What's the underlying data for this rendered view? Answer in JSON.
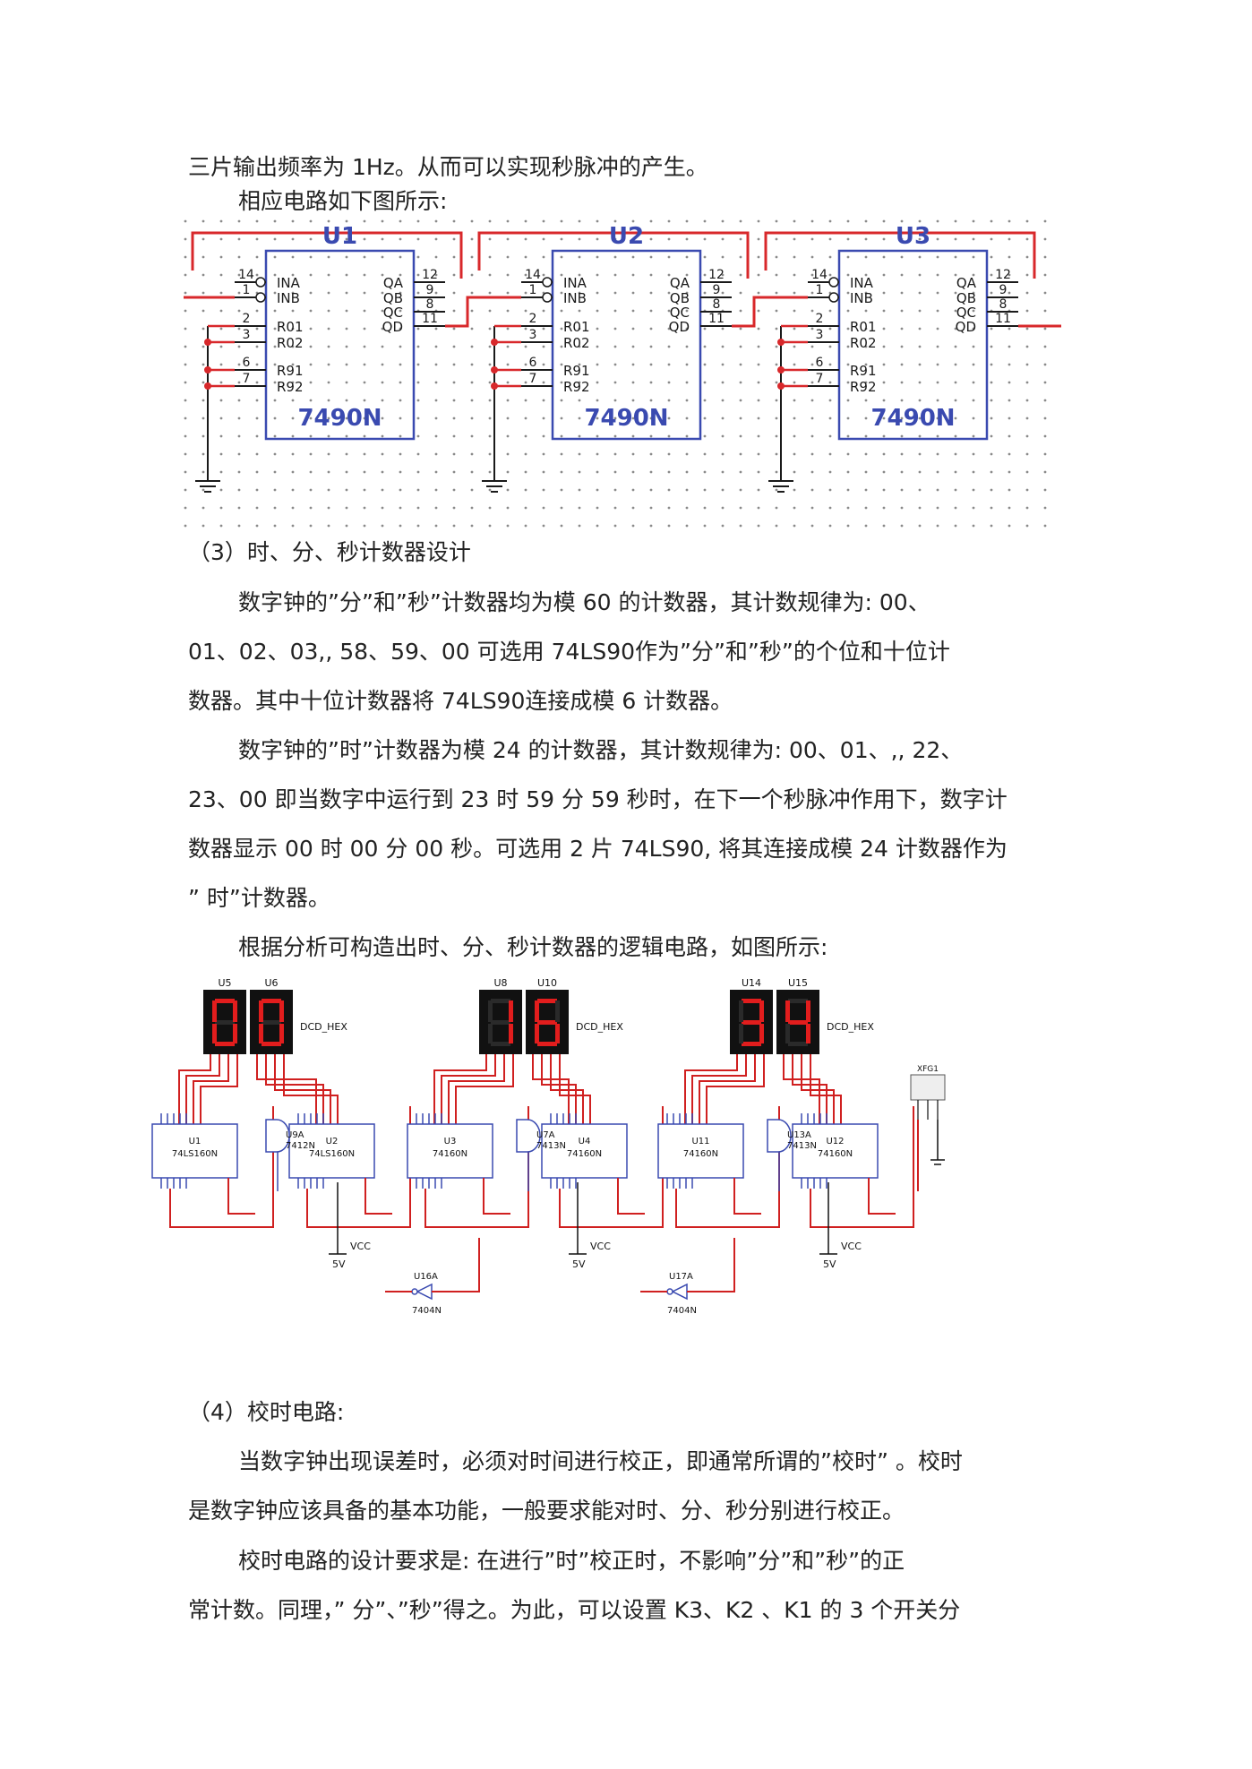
{
  "paragraphs": {
    "p1": "三片输出频率为 1Hz。从而可以实现秒脉冲的产生。",
    "p2": "相应电路如下图所示:",
    "p3": "（3）时、分、秒计数器设计",
    "p4_l1": "数字钟的”分”和”秒”计数器均为模 60 的计数器，其计数规律为: 00、",
    "p4_l2": "01、02、03,, 58、59、00 可选用 74LS90作为”分”和”秒”的个位和十位计",
    "p4_l3": "数器。其中十位计数器将 74LS90连接成模 6 计数器。",
    "p5_l1": "数字钟的”时”计数器为模 24 的计数器，其计数规律为: 00、01、,, 22、",
    "p5_l2": "23、00 即当数字中运行到 23 时 59 分 59 秒时，在下一个秒脉冲作用下，数字计",
    "p5_l3": "数器显示 00 时 00 分 00 秒。可选用 2 片 74LS90, 将其连接成模 24 计数器作为",
    "p5_l4": "” 时”计数器。",
    "p6": "根据分析可构造出时、分、秒计数器的逻辑电路，如图所示:",
    "p7": "（4）校时电路:",
    "p8_l1": "当数字钟出现误差时，必须对时间进行校正，即通常所谓的”校时” 。校时",
    "p8_l2": "是数字钟应该具备的基本功能，一般要求能对时、分、秒分别进行校正。",
    "p9_l1": "校时电路的设计要求是: 在进行”时”校正时，不影响”分”和”秒”的正",
    "p9_l2": "常计数。同理，” 分”、”秒”得之。为此，可以设置 K3、K2 、K1 的 3 个开关分"
  },
  "figure1": {
    "chips": [
      {
        "ref": "U1",
        "part": "7490N"
      },
      {
        "ref": "U2",
        "part": "7490N"
      },
      {
        "ref": "U3",
        "part": "7490N"
      }
    ],
    "left_pins": [
      {
        "num": "14",
        "name": "INA"
      },
      {
        "num": "1",
        "name": "INB"
      },
      {
        "num": "2",
        "name": "R01"
      },
      {
        "num": "3",
        "name": "R02"
      },
      {
        "num": "6",
        "name": "R91"
      },
      {
        "num": "7",
        "name": "R92"
      }
    ],
    "right_pins": [
      {
        "num": "12",
        "name": "QA"
      },
      {
        "num": "9",
        "name": "QB"
      },
      {
        "num": "8",
        "name": "QC"
      },
      {
        "num": "11",
        "name": "QD"
      }
    ],
    "colors": {
      "wire": "#d8282b",
      "chip": "#3a4ab0",
      "text": "#1a1a1a"
    }
  },
  "figure2": {
    "displays": [
      {
        "refs": [
          "U5",
          "U6"
        ],
        "digits": [
          "0",
          "0"
        ],
        "label": "DCD_HEX"
      },
      {
        "refs": [
          "U8",
          "U10"
        ],
        "digits": [
          "1",
          "6"
        ],
        "label": "DCD_HEX"
      },
      {
        "refs": [
          "U14",
          "U15"
        ],
        "digits": [
          "3",
          "4"
        ],
        "label": "DCD_HEX"
      }
    ],
    "counters": [
      {
        "ref": "U1",
        "part": "74LS160N"
      },
      {
        "ref": "U2",
        "part": "74LS160N"
      },
      {
        "ref": "U3",
        "part": "74160N"
      },
      {
        "ref": "U4",
        "part": "74160N"
      },
      {
        "ref": "U11",
        "part": "74160N"
      },
      {
        "ref": "U12",
        "part": "74160N"
      }
    ],
    "gates": [
      {
        "ref": "U9A",
        "part": "7412N"
      },
      {
        "ref": "U7A",
        "part": "7413N"
      },
      {
        "ref": "U13A",
        "part": "7413N"
      }
    ],
    "inverters": [
      {
        "ref": "U16A",
        "part": "7404N"
      },
      {
        "ref": "U17A",
        "part": "7404N"
      }
    ],
    "supplies": [
      {
        "net": "VCC",
        "value": "5V"
      },
      {
        "net": "VCC",
        "value": "5V"
      },
      {
        "net": "VCC",
        "value": "5V"
      }
    ],
    "generator": {
      "ref": "XFG1"
    },
    "colors": {
      "wire": "#d02020",
      "chip": "#3a4ab0",
      "segment_on": "#e21d1d",
      "display_bg": "#111111"
    }
  }
}
